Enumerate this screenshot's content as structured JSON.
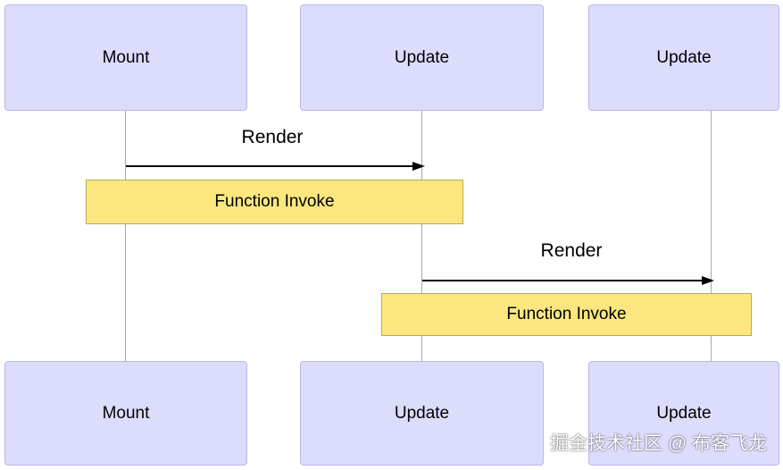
{
  "diagram": {
    "participants": [
      {
        "id": "p1",
        "label": "Mount"
      },
      {
        "id": "p2",
        "label": "Update"
      },
      {
        "id": "p3",
        "label": "Update"
      }
    ],
    "messages": [
      {
        "from": "p1",
        "to": "p2",
        "label": "Render"
      },
      {
        "from": "p2",
        "to": "p3",
        "label": "Render"
      }
    ],
    "notes": [
      {
        "over": [
          "p1",
          "p2"
        ],
        "text": "Function Invoke"
      },
      {
        "over": [
          "p2",
          "p3"
        ],
        "text": "Function Invoke"
      }
    ],
    "colors": {
      "actor_fill": "#dcdcfd",
      "actor_border": "#b8b8ee",
      "note_fill": "#fbe77e",
      "note_border": "#b4ab5c",
      "lifeline": "#a9a9a9",
      "arrow": "#000000"
    }
  },
  "watermark": "掘金技术社区 @ 布客飞龙"
}
